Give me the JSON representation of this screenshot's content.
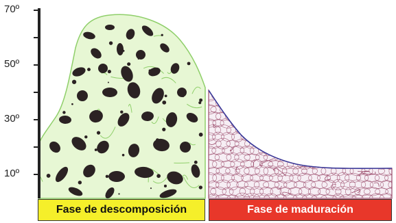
{
  "axis": {
    "ticks": [
      {
        "label": "70º",
        "value": 70
      },
      {
        "label": "50º",
        "value": 50
      },
      {
        "label": "30º",
        "value": 30
      },
      {
        "label": "10º",
        "value": 10
      }
    ]
  },
  "phases": [
    {
      "label": "Fase de descomposición",
      "color": "#f5ef2a",
      "text_color": "#111111"
    },
    {
      "label": "Fase de maduración",
      "color": "#e8372a",
      "text_color": "#ffffff"
    }
  ],
  "colors": {
    "decomp_fill": "#e7f7d4",
    "decomp_outline": "#8fcf6a",
    "maturation_fill": "#f6eef4",
    "maturation_outline": "#3a3a9a",
    "maturation_texture": "#9a4a6a",
    "clump": "#2b2223",
    "axis": "#222222"
  }
}
